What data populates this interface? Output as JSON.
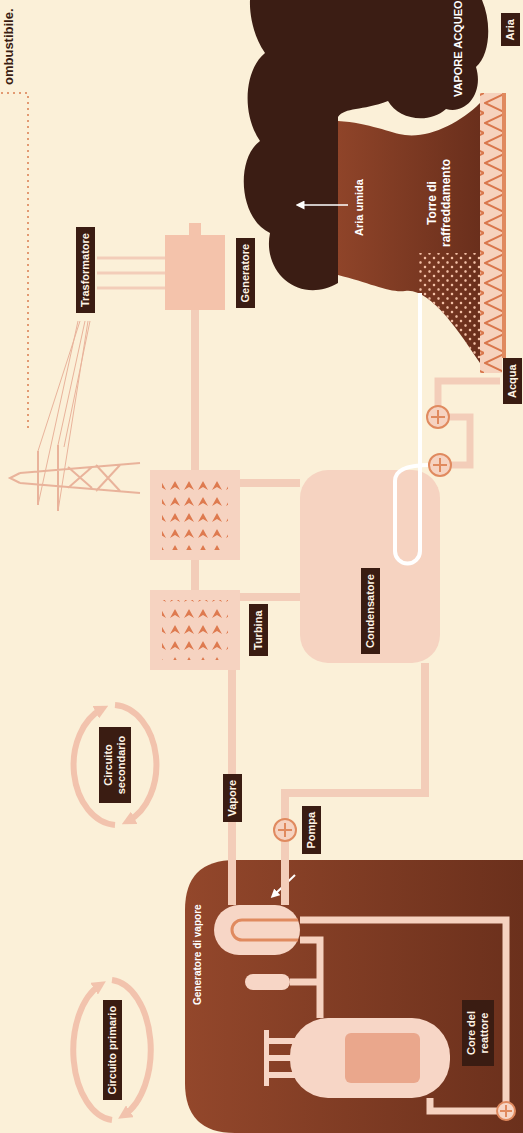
{
  "diagram": {
    "nodes": [
      {
        "text": [
          "Circuito primario"
        ]
      },
      {
        "text": [
          "Circuito secondario"
        ]
      },
      {
        "text": [
          "Trasformatore"
        ]
      },
      {
        "text": [
          "Generatore"
        ]
      },
      {
        "text": [
          "Turbina"
        ]
      },
      {
        "text": [
          "Vapore"
        ]
      },
      {
        "text": [
          "Core del reattore"
        ]
      },
      {
        "text": [
          "Pompa"
        ]
      },
      {
        "text": [
          "Condensatore"
        ]
      },
      {
        "text": [
          "Acqua"
        ]
      },
      {
        "text": [
          "Aria"
        ]
      }
    ],
    "labels": [
      "ombustibile.",
      "VAPORE ACQUEO",
      "Aria umida",
      "Torre di raffreddamento",
      "Generatore di vapore"
    ]
  }
}
